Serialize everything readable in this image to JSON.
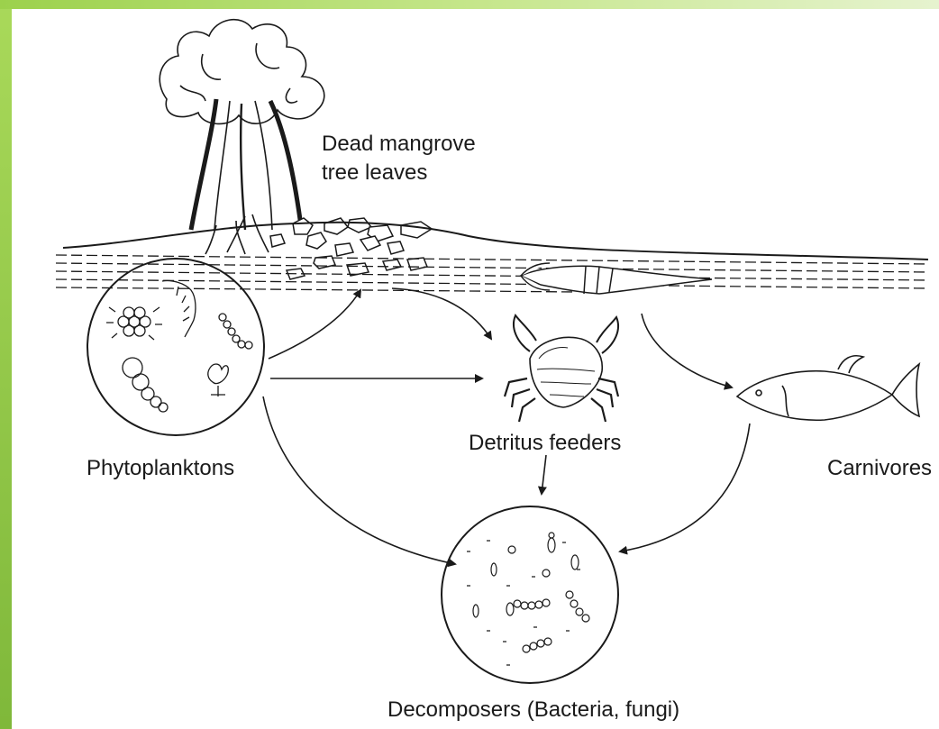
{
  "labels": {
    "dead_leaves_line1": "Dead mangrove",
    "dead_leaves_line2": "tree leaves",
    "phytoplanktons": "Phytoplanktons",
    "detritus_feeders": "Detritus feeders",
    "carnivores": "Carnivores",
    "decomposers": "Decomposers (Bacteria, fungi)"
  },
  "colors": {
    "frame_accent": "#8cc63f",
    "line": "#1a1a1a"
  }
}
